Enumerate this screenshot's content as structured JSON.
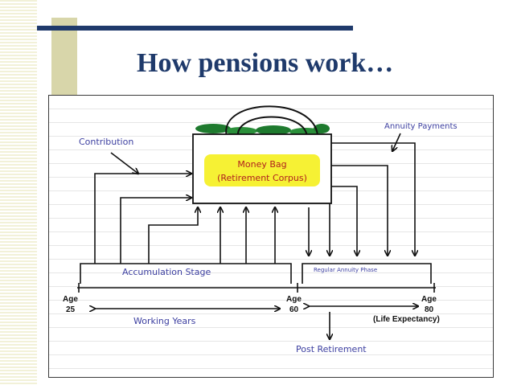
{
  "slide": {
    "title": "How pensions work…"
  },
  "diagram": {
    "money_bag_line1": "Money Bag",
    "money_bag_line2": "(Retirement Corpus)",
    "contribution_label": "Contribution",
    "annuity_payments_label": "Annuity Payments",
    "accumulation_label": "Accumulation Stage",
    "annuity_phase_label": "Regular Annuity Phase",
    "age_start_word": "Age",
    "age_start_value": "25",
    "age_mid_word": "Age",
    "age_mid_value": "60",
    "age_end_word": "Age",
    "age_end_value": "80",
    "working_years_label": "Working Years",
    "life_expectancy_label": "(Life Expectancy)",
    "post_retirement_label": "Post Retirement"
  },
  "colors": {
    "title": "#1f3a6b",
    "handwriting_blue": "#3c3fa0",
    "money_bag_highlight": "#f5f01e",
    "money_green": "#1e7a2e"
  }
}
